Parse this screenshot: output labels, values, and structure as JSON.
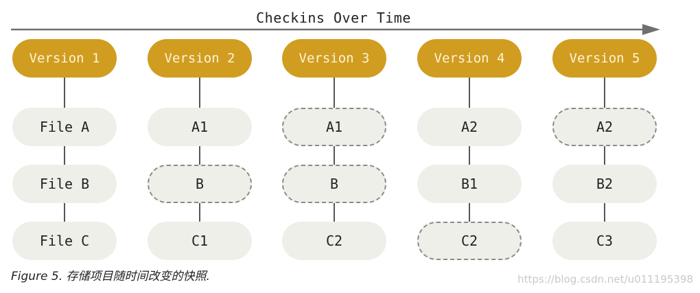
{
  "title": "Checkins Over Time",
  "versions": [
    {
      "label": "Version 1",
      "files": [
        {
          "label": "File A",
          "changed": true
        },
        {
          "label": "File B",
          "changed": true
        },
        {
          "label": "File C",
          "changed": true
        }
      ]
    },
    {
      "label": "Version 2",
      "files": [
        {
          "label": "A1",
          "changed": true
        },
        {
          "label": "B",
          "changed": false
        },
        {
          "label": "C1",
          "changed": true
        }
      ]
    },
    {
      "label": "Version 3",
      "files": [
        {
          "label": "A1",
          "changed": false
        },
        {
          "label": "B",
          "changed": false
        },
        {
          "label": "C2",
          "changed": true
        }
      ]
    },
    {
      "label": "Version 4",
      "files": [
        {
          "label": "A2",
          "changed": true
        },
        {
          "label": "B1",
          "changed": true
        },
        {
          "label": "C2",
          "changed": false
        }
      ]
    },
    {
      "label": "Version 5",
      "files": [
        {
          "label": "A2",
          "changed": false
        },
        {
          "label": "B2",
          "changed": true
        },
        {
          "label": "C3",
          "changed": true
        }
      ]
    }
  ],
  "caption": "Figure 5. 存储项目随时间改变的快照.",
  "watermark": "https://blog.csdn.net/u011195398",
  "colors": {
    "version_fill": "#d09d20",
    "version_text": "#fff3d8",
    "file_fill": "#efefe9",
    "dashed_border": "#8a8a8a",
    "arrow": "#707070"
  }
}
